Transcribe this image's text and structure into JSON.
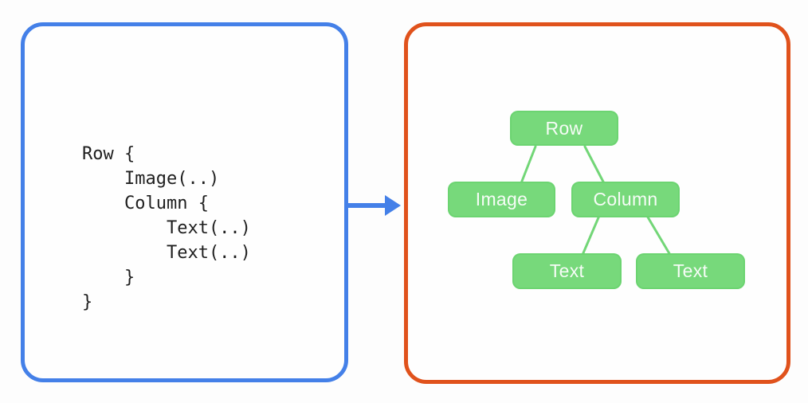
{
  "left_panel": {
    "description": "code-snippet",
    "code": "Row {\n    Image(..)\n    Column {\n        Text(..)\n        Text(..)\n    }\n}"
  },
  "right_panel": {
    "description": "ui-tree",
    "tree": {
      "nodes": [
        {
          "id": "row",
          "label": "Row"
        },
        {
          "id": "image",
          "label": "Image"
        },
        {
          "id": "column",
          "label": "Column"
        },
        {
          "id": "text1",
          "label": "Text"
        },
        {
          "id": "text2",
          "label": "Text"
        }
      ],
      "edges": [
        [
          "row",
          "image"
        ],
        [
          "row",
          "column"
        ],
        [
          "column",
          "text1"
        ],
        [
          "column",
          "text2"
        ]
      ]
    }
  },
  "colors": {
    "code_panel_border": "#4480e8",
    "tree_panel_border": "#e0521c",
    "node_fill": "#77d97b",
    "edge_stroke": "#72d677",
    "arrow": "#4480e8",
    "code_text": "#1f1f1f",
    "node_text": "#f6fcf6",
    "background": "#fdfdfd"
  }
}
